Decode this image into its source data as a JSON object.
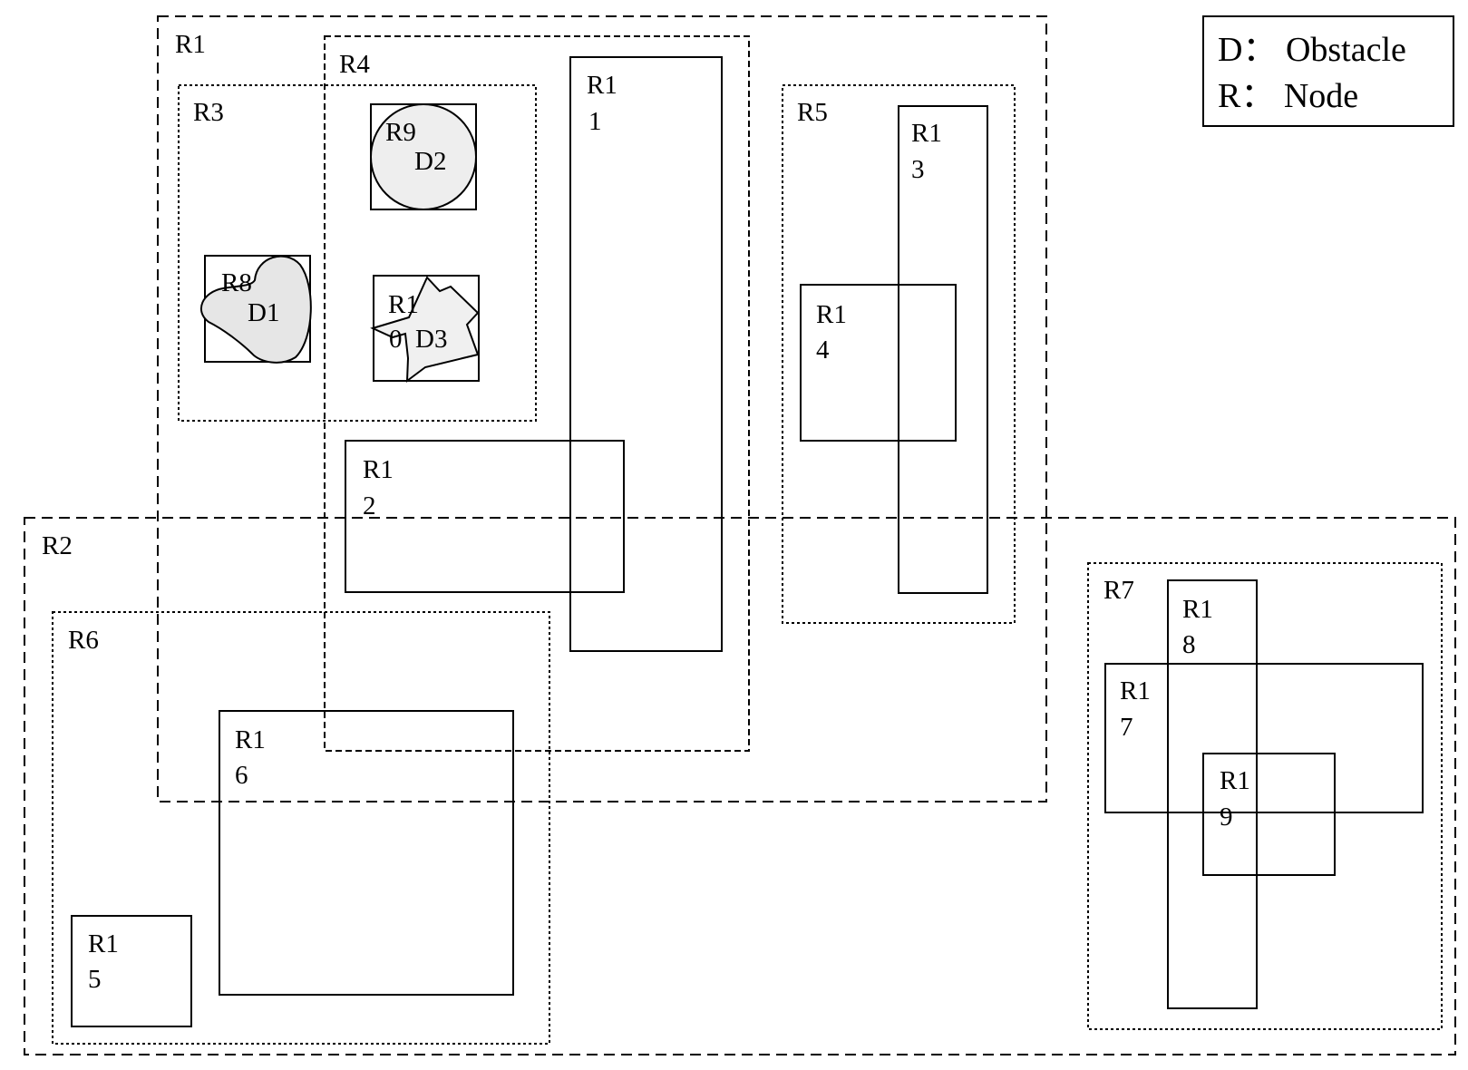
{
  "nodes": {
    "R1": {
      "name": "R1",
      "boundary": "dashed"
    },
    "R2": {
      "name": "R2",
      "boundary": "dashed"
    },
    "R3": {
      "name": "R3",
      "boundary": "dotted"
    },
    "R4": {
      "name": "R4",
      "boundary": "dashed-fine"
    },
    "R5": {
      "name": "R5",
      "boundary": "dotted"
    },
    "R6": {
      "name": "R6",
      "boundary": "dotted"
    },
    "R7": {
      "name": "R7",
      "boundary": "dotted"
    },
    "R8": {
      "name": "R8",
      "boundary": "solid"
    },
    "R9": {
      "name": "R9",
      "boundary": "solid"
    },
    "R10": {
      "line1": "R1",
      "line2": "0",
      "boundary": "solid"
    },
    "R11": {
      "line1": "R1",
      "line2": "1",
      "boundary": "solid"
    },
    "R12": {
      "line1": "R1",
      "line2": "2",
      "boundary": "solid"
    },
    "R13": {
      "line1": "R1",
      "line2": "3",
      "boundary": "solid"
    },
    "R14": {
      "line1": "R1",
      "line2": "4",
      "boundary": "solid"
    },
    "R15": {
      "line1": "R1",
      "line2": "5",
      "boundary": "solid"
    },
    "R16": {
      "line1": "R1",
      "line2": "6",
      "boundary": "solid"
    },
    "R17": {
      "line1": "R1",
      "line2": "7",
      "boundary": "solid"
    },
    "R18": {
      "line1": "R1",
      "line2": "8",
      "boundary": "solid"
    },
    "R19": {
      "line1": "R1",
      "line2": "9",
      "boundary": "solid"
    }
  },
  "obstacles": {
    "D1": {
      "name": "D1",
      "shape": "blob",
      "fill": "#e6e6e6"
    },
    "D2": {
      "name": "D2",
      "shape": "circle",
      "fill": "#eeeeee"
    },
    "D3": {
      "name": "D3",
      "shape": "star",
      "fill": "#f0f0f0"
    }
  },
  "legend": {
    "obstacle": "D： Obstacle",
    "node": "R： Node"
  },
  "colors": {
    "stroke": "#000000",
    "background": "#ffffff"
  }
}
